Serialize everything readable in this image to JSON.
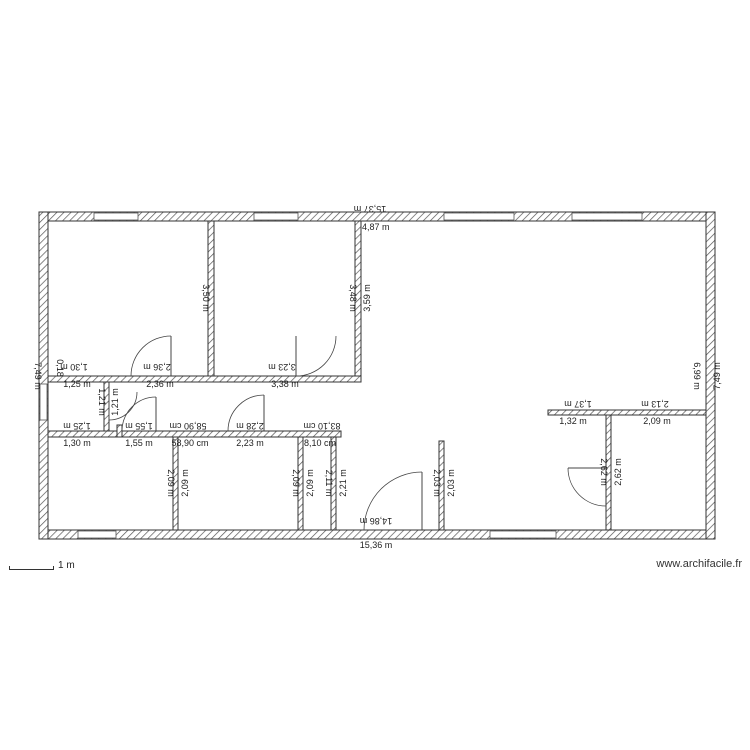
{
  "site": "www.archifacile.fr",
  "scale_label": "1 m",
  "dimensions": {
    "top_mirrored": "15,37 m",
    "top_right_room": "4,87 m",
    "left_overall": "7,49 m",
    "right_overall": "7,49 m",
    "right_inner": "6,99 m",
    "bottom_inner_mirrored": "14,86 m",
    "bottom_overall": "15,36 m",
    "room1_height": "3,50 m",
    "room2_height_a": "3,48 m",
    "room2_height_b": "3,59 m",
    "room1_width_mirrored": "2,36 m",
    "room1_width": "2,36 m",
    "room2_width_mirrored": "3,23 m",
    "room2_width": "3,38 m",
    "small_top_mirrored": "1,30 m",
    "small_top": "1,25 m",
    "small_side": "0,18",
    "wc_height_a": "1,21 m",
    "wc_height_b": "1,21 m",
    "wc_width_mirrored": "1,25 m",
    "wc_width": "1,30 m",
    "bath_width_mirrored": "1,55 m",
    "bath_width": "1,55 m",
    "corridor_mirrored": "58,90 cm",
    "corridor": "58,90 cm",
    "room3_width_mirrored": "2,28 m",
    "room3_width": "2,23 m",
    "closet_mirrored": "83,10 cm",
    "closet": "8,10 cm",
    "room_a_height_1": "2,09 m",
    "room_a_height_2": "2,09 m",
    "room_b_height_1": "2,09 m",
    "room_b_height_2": "2,09 m",
    "closet_height_1": "2,11 m",
    "closet_height_2": "2,21 m",
    "partition_height_1": "2,03 m",
    "partition_height_2": "2,03 m",
    "right_room_mirrored_a": "1,37 m",
    "right_room_mirrored_b": "2,13 m",
    "right_room_a": "1,32 m",
    "right_room_b": "2,09 m",
    "right_room_height_1": "2,62 m",
    "right_room_height_2": "2,62 m"
  }
}
